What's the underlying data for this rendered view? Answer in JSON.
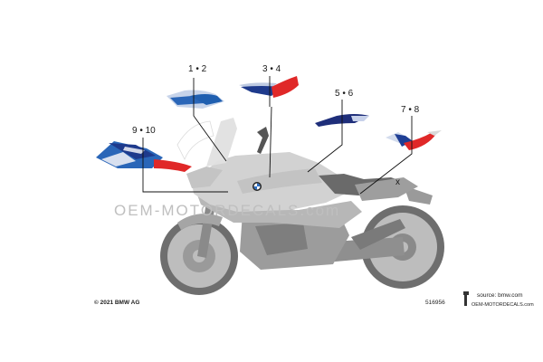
{
  "callouts": {
    "c12": "1 • 2",
    "c34": "3 • 4",
    "c56": "5 • 6",
    "c78": "7 • 8",
    "c910": "9 • 10",
    "x_mark": "x"
  },
  "copyright": "© 2021 BMW AG",
  "diagram_number": "516956",
  "watermark": "OEM-MOTORDECALS.com",
  "source_credit": {
    "line1": "source: bmw.com",
    "line2": "OEM-MOTORDECALS.com"
  },
  "colors": {
    "bmw_blue": "#1f5fb0",
    "dark_blue": "#1e2e7a",
    "red": "#e02828",
    "body_gray": "#c9c9c9",
    "dark_gray": "#8c8c8c"
  }
}
